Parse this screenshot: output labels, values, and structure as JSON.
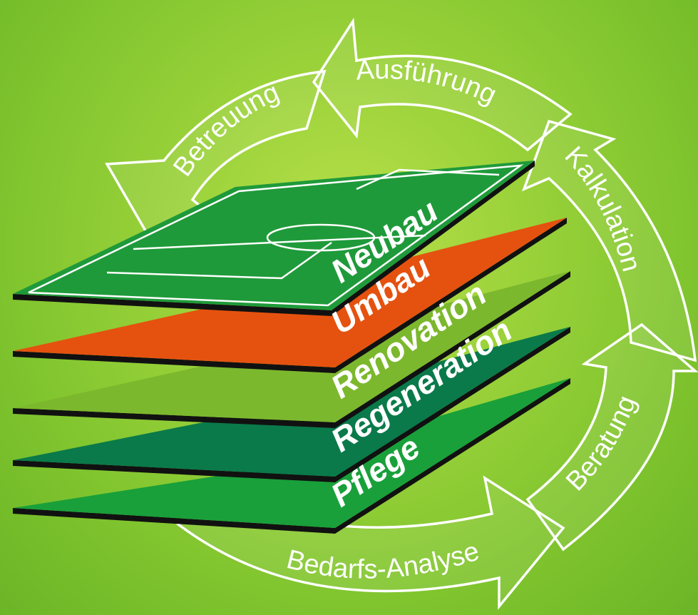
{
  "cycle_steps": [
    {
      "id": "ausfuehrung",
      "label": "Ausführung"
    },
    {
      "id": "betreuung",
      "label": "Betreuung"
    },
    {
      "id": "kalkulation",
      "label": "Kalkulation"
    },
    {
      "id": "beratung",
      "label": "Beratung"
    },
    {
      "id": "bedarfs_analyse",
      "label": "Bedarfs-Analyse"
    }
  ],
  "layers": [
    {
      "id": "neubau",
      "label": "Neubau",
      "color": "#1f9a3a"
    },
    {
      "id": "umbau",
      "label": "Umbau",
      "color": "#e5520f"
    },
    {
      "id": "renovation",
      "label": "Renovation",
      "color": "#7cb82d"
    },
    {
      "id": "regeneration",
      "label": "Regeneration",
      "color": "#0a7a4a"
    },
    {
      "id": "pflege",
      "label": "Pflege",
      "color": "#19a03a"
    }
  ],
  "colors": {
    "background": "#8fcc34",
    "outline": "#ffffff",
    "pitch_lines": "#ffffff"
  }
}
